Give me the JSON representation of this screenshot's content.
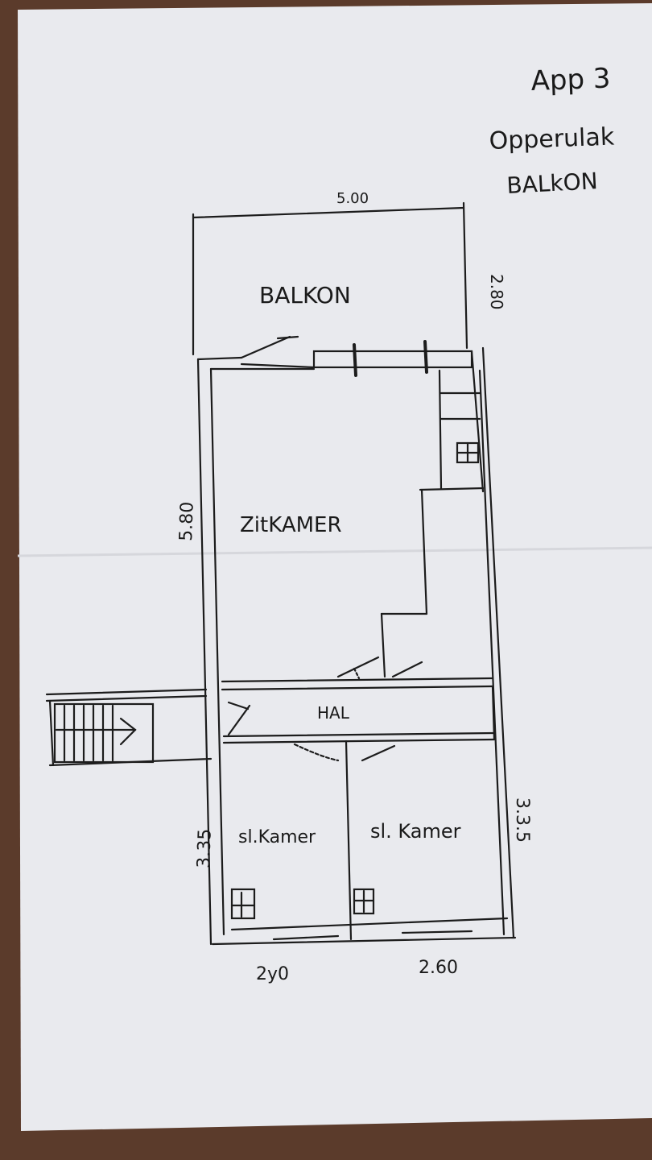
{
  "note": {
    "title": "App 3",
    "line2": "Opperulak",
    "line3": "BALkON"
  },
  "dimensions": {
    "balcony_width": "5.00",
    "balcony_depth": "2.80",
    "living_length": "5.80",
    "bedroom_left_depth": "3.35",
    "bedroom_right_depth": "3.3.5",
    "bedroom_left_width": "2y0",
    "bedroom_right_width": "2.60"
  },
  "rooms": {
    "balcony": "BALKON",
    "living": "ZitKAMER",
    "hall": "HAL",
    "bedroom_left": "sl.Kamer",
    "bedroom_right": "sl. Kamer"
  }
}
